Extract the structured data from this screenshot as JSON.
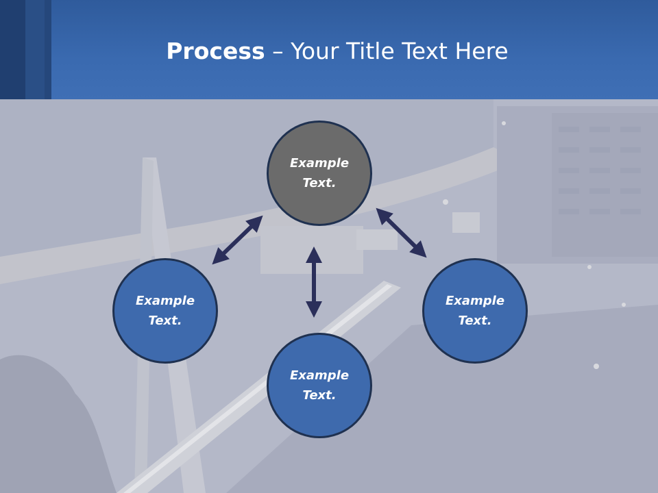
{
  "slide": {
    "title_bold": "Process",
    "title_rest": " – Your Title Text Here"
  },
  "colors": {
    "header": "#3a6ab0",
    "node_blue": "#3e6aad",
    "node_gray": "#6b6b6b",
    "arrow": "#2b2f5a"
  },
  "diagram": {
    "nodes": [
      {
        "id": "top",
        "label": "Example\nText.",
        "color": "gray"
      },
      {
        "id": "left",
        "label": "Example\nText.",
        "color": "blue"
      },
      {
        "id": "bottom",
        "label": "Example\nText.",
        "color": "blue"
      },
      {
        "id": "right",
        "label": "Example\nText.",
        "color": "blue"
      }
    ],
    "arrows": [
      "top-left",
      "top-right",
      "top-bottom"
    ]
  }
}
